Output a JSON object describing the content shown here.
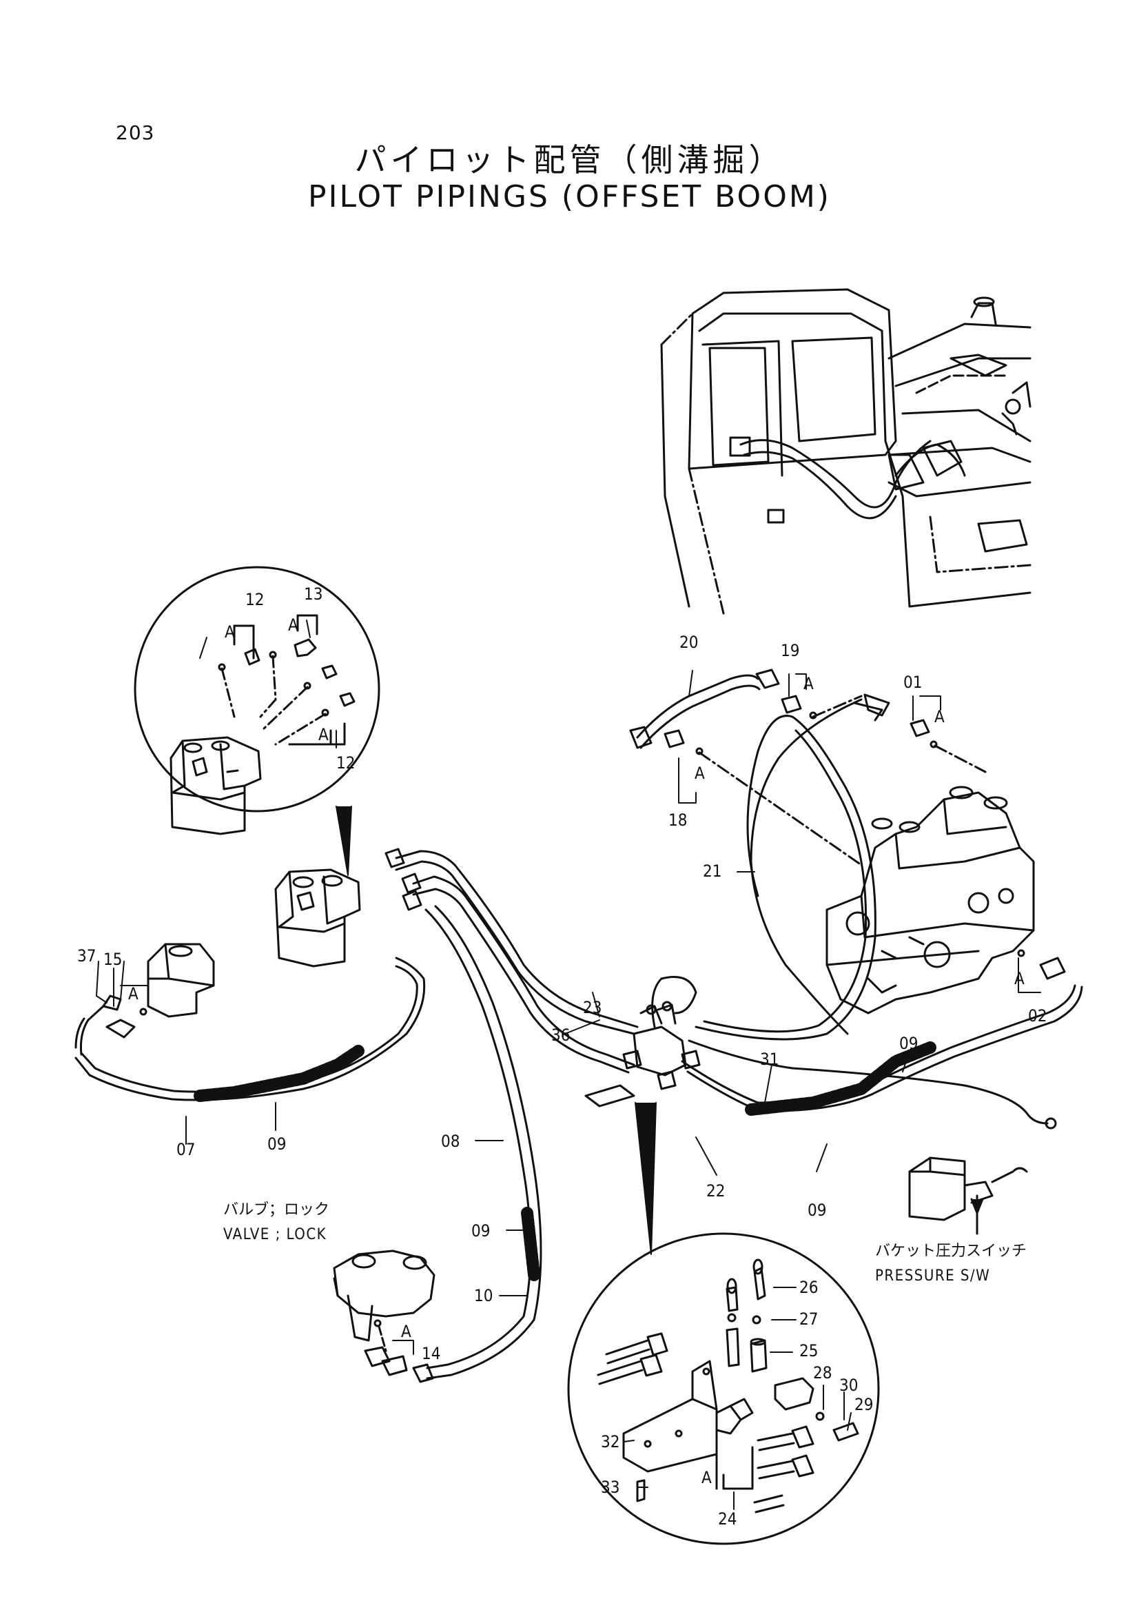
{
  "page_number": "203",
  "title_ja": "パイロット配管（側溝掘）",
  "title_en": "PILOT PIPINGS (OFFSET BOOM)",
  "parts": {
    "p01": "01",
    "p02": "02",
    "p07": "07",
    "p08": "08",
    "p09": "09",
    "p10": "10",
    "p12": "12",
    "p13": "13",
    "p14": "14",
    "p15": "15",
    "p18": "18",
    "p19": "19",
    "p20": "20",
    "p21": "21",
    "p22": "22",
    "p23": "23",
    "p24": "24",
    "p25": "25",
    "p26": "26",
    "p27": "27",
    "p28": "28",
    "p29": "29",
    "p30": "30",
    "p31": "31",
    "p32": "32",
    "p33": "33",
    "p36": "36",
    "p37": "37"
  },
  "ref_letter": "A",
  "labels": {
    "valve_lock_ja": "バルブ；ロック",
    "valve_lock_en": "VALVE ; LOCK",
    "pressure_sw_ja": "バケット圧力スイッチ",
    "pressure_sw_en": "PRESSURE S/W"
  }
}
